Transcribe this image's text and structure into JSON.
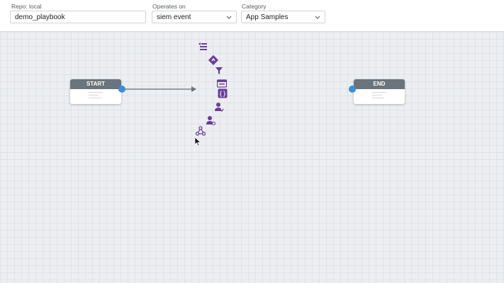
{
  "header": {
    "repo": {
      "label": "Repo: local",
      "value": "demo_playbook"
    },
    "operates_on": {
      "label": "Operates on",
      "value": "siem event"
    },
    "category": {
      "label": "Category",
      "value": "App Samples"
    }
  },
  "nodes": {
    "start": {
      "title": "START"
    },
    "end": {
      "title": "END"
    }
  },
  "tools": [
    {
      "name": "filter-list-icon"
    },
    {
      "name": "decision-icon"
    },
    {
      "name": "funnel-icon"
    },
    {
      "name": "prompt-icon"
    },
    {
      "name": "code-block-icon"
    },
    {
      "name": "user-action-icon"
    },
    {
      "name": "user-approval-icon"
    },
    {
      "name": "playbook-icon"
    }
  ],
  "colors": {
    "accent": "#6a3d9a",
    "port": "#3b8fd9",
    "node_header": "#6b737c"
  }
}
